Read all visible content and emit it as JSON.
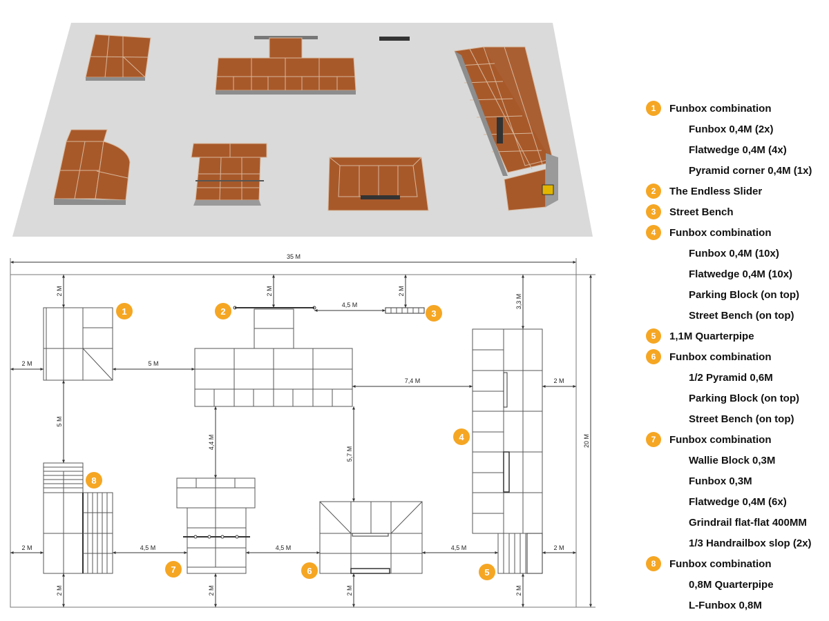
{
  "render": {
    "floor_color": "#dadada",
    "ramp_color": "#a8592a",
    "ramp_dark": "#7e4220",
    "side_color": "#9a9a9a"
  },
  "plan": {
    "accent": "#f5a623",
    "overall_width": "35 M",
    "overall_height": "20 M",
    "markers": [
      "1",
      "2",
      "3",
      "4",
      "5",
      "6",
      "7",
      "8"
    ],
    "dims": {
      "d1_top": "2 M",
      "d1_left": "2 M",
      "d1_right": "5 M",
      "d1_down": "5 M",
      "d2_top": "2 M",
      "d2_3": "4,5 M",
      "d3_top": "2 M",
      "d2_down": "4,4 M",
      "d2_right": "7,4 M",
      "d2_down_right": "5,7 M",
      "d4_top": "3,3 M",
      "d4_right": "2 M",
      "d8_left": "2 M",
      "d8_7": "4,5 M",
      "d7_6": "4,5 M",
      "d6_5": "4,5 M",
      "d5_right": "2 M",
      "d8_bottom": "2 M",
      "d7_bottom": "2 M",
      "d6_bottom": "2 M",
      "d5_bottom": "2 M"
    }
  },
  "legend": [
    {
      "num": "1",
      "label": "Funbox combination",
      "items": [
        "Funbox 0,4M (2x)",
        "Flatwedge 0,4M (4x)",
        "Pyramid corner 0,4M (1x)"
      ]
    },
    {
      "num": "2",
      "label": "The Endless Slider",
      "items": []
    },
    {
      "num": "3",
      "label": "Street Bench",
      "items": []
    },
    {
      "num": "4",
      "label": "Funbox combination",
      "items": [
        "Funbox 0,4M (10x)",
        "Flatwedge 0,4M (10x)",
        "Parking Block (on top)",
        "Street Bench (on top)"
      ]
    },
    {
      "num": "5",
      "label": "1,1M Quarterpipe",
      "items": []
    },
    {
      "num": "6",
      "label": "Funbox combination",
      "items": [
        "1/2 Pyramid 0,6M",
        "Parking Block (on top)",
        "Street Bench (on top)"
      ]
    },
    {
      "num": "7",
      "label": "Funbox combination",
      "items": [
        "Wallie Block 0,3M",
        "Funbox 0,3M",
        "Flatwedge 0,4M (6x)",
        "Grindrail flat-flat 400MM",
        "1/3 Handrailbox slop (2x)"
      ]
    },
    {
      "num": "8",
      "label": "Funbox combination",
      "items": [
        "0,8M Quarterpipe",
        "L-Funbox 0,8M"
      ]
    }
  ]
}
